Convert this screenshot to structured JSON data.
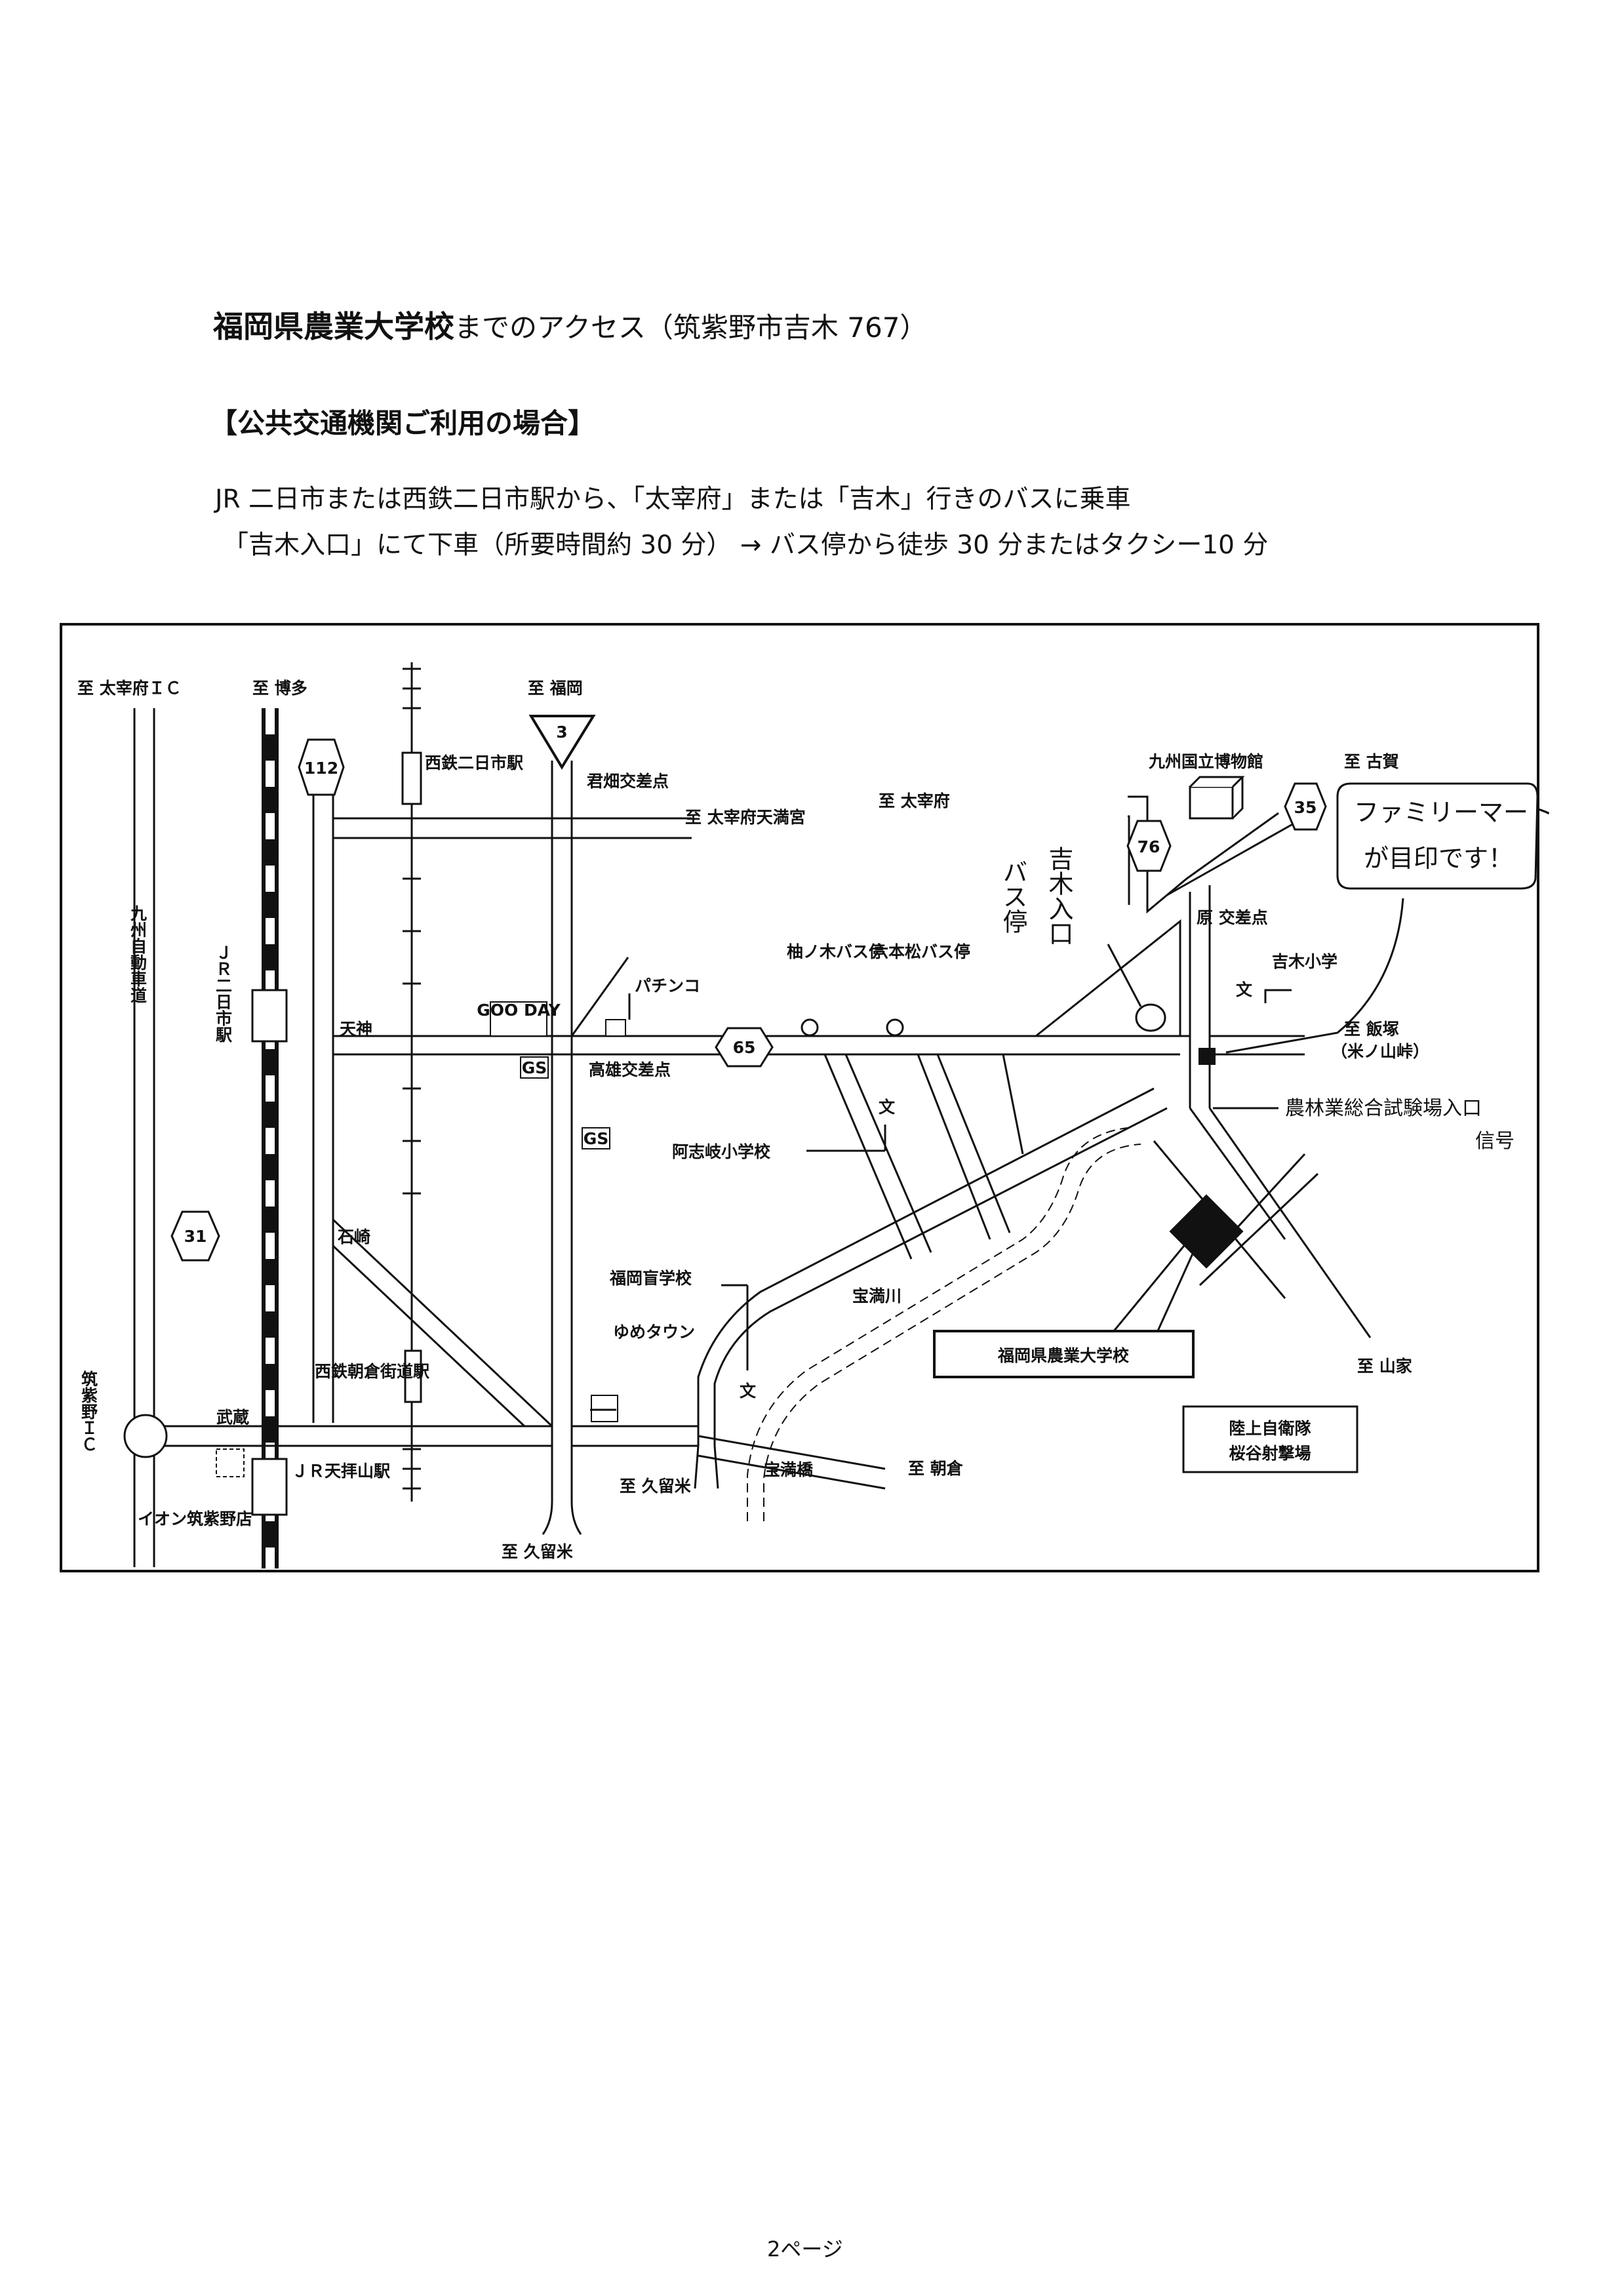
{
  "header": {
    "school_name": "福岡県農業大学校",
    "heading_suffix": "までのアクセス（筑紫野市吉木 767）",
    "section_title": "【公共交通機関ご利用の場合】",
    "line1": "JR 二日市または西鉄二日市駅から、「太宰府」または「吉木」行きのバスに乗車",
    "line2": "「吉木入口」にて下車（所要時間約 30 分） → バス停から徒歩 30 分またはタクシー10 分"
  },
  "map": {
    "labels": {
      "to_dazaifu_ic": "至 太宰府ＩＣ",
      "to_hakata": "至 博多",
      "to_fukuoka": "至 福岡",
      "kyushu_expressway": "九州自動車道",
      "jr_futsukaichi": "ＪＲ二日市駅",
      "nishitetsu_futsukaichi": "西鉄二日市駅",
      "kimihata_crossing": "君畑交差点",
      "to_dazaifu_tenmangu": "至 太宰府天満宮",
      "to_dazaifu": "至 太宰府",
      "kyushu_museum": "九州国立博物館",
      "to_koga": "至 古賀",
      "hara_crossing": "原 交差点",
      "yoshiki_elementary": "吉木小学",
      "to_iizuka": "至 飯塚",
      "yonoyama_pass": "（米ノ山峠）",
      "pachinko": "パチンコ",
      "tenjin": "天神",
      "goo_day": "GOO DAY",
      "gs": "GS",
      "takao_crossing": "高雄交差点",
      "yunoki_stop": "柚ノ木バス停",
      "roppon_stop": "六本松バス停",
      "ashiki_elementary": "阿志岐小学校",
      "ishizaki": "石崎",
      "fukuoka_blind_school": "福岡盲学校",
      "yume_town": "ゆめタウン",
      "nishitetsu_asakura": "西鉄朝倉街道駅",
      "chikushino_ic": "筑紫野ＩＣ",
      "muzo": "武蔵",
      "aeon": "イオン筑紫野店",
      "jr_tenpaizan": "ＪＲ天拝山駅",
      "to_kurume_1": "至 久留米",
      "to_kurume_2": "至 久留米",
      "takara_mitsu_bridge": "宝満橋",
      "to_asakura": "至 朝倉",
      "river": "宝満川",
      "school_box": "福岡県農業大学校",
      "to_yamaie": "至 山家",
      "gsdf": "陸上自衛隊",
      "range": "桜谷射撃場",
      "school_symbol": "文"
    },
    "route_numbers": {
      "r3": "3",
      "r112": "112",
      "r76": "76",
      "r35": "35",
      "r65": "65",
      "r31": "31"
    },
    "handwritten": {
      "familymart_1": "ファミリーマート",
      "familymart_2": "が目印です！",
      "bus_stop_1": "吉木入口",
      "bus_stop_2": "バス停",
      "signal_1": "農林業総合試験場入口",
      "signal_2": "信号"
    }
  },
  "footer": {
    "page": "2ページ"
  }
}
